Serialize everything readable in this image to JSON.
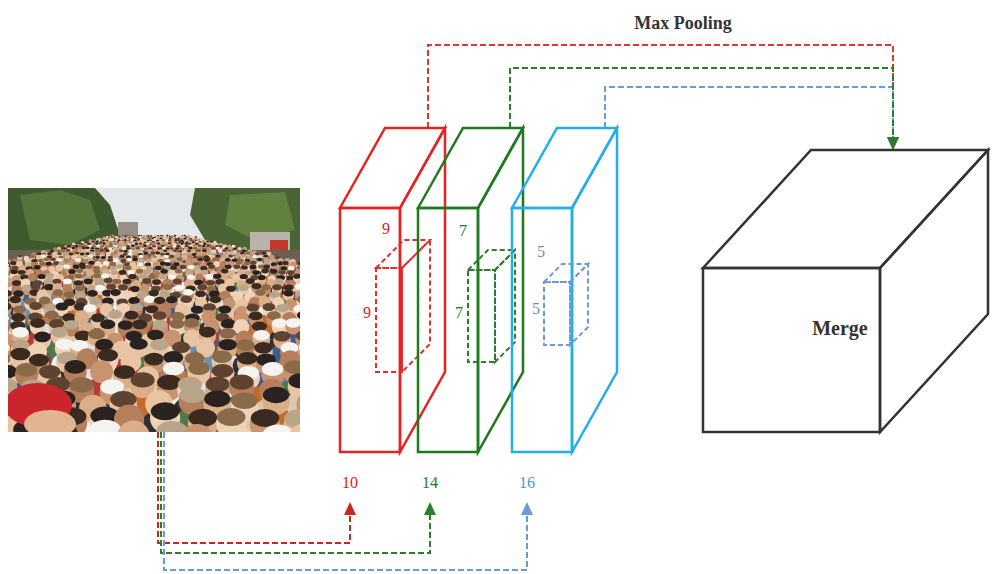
{
  "diagram": {
    "nodes": [
      {
        "text": [
          "10"
        ]
      },
      {
        "text": [
          "9",
          "9"
        ],
        "in": 0
      },
      {
        "text": [
          "14"
        ]
      },
      {
        "text": [
          "7",
          "7"
        ],
        "in": 2
      },
      {
        "text": [
          "16"
        ]
      },
      {
        "text": [
          "5",
          "5"
        ],
        "in": 4
      },
      {
        "text": [
          "Merge"
        ]
      }
    ],
    "edges": [
      {
        "from": 0,
        "to": 6,
        "arrow": "to"
      },
      {
        "from": 2,
        "to": 6,
        "arrow": "to"
      },
      {
        "from": 4,
        "to": 6,
        "arrow": "to"
      }
    ],
    "labels": [
      "Max Pooling"
    ]
  }
}
